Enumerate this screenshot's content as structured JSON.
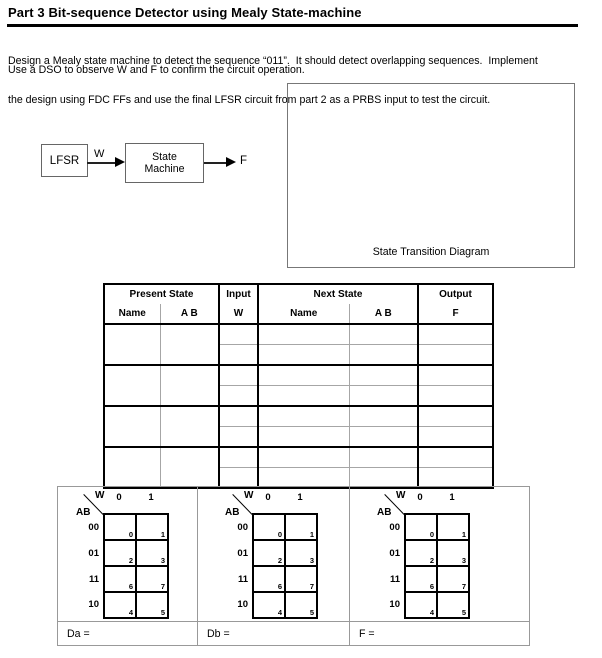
{
  "title": "Part 3 Bit-sequence Detector using Mealy State-machine",
  "intro": {
    "line1": "Design a Mealy state machine to detect the sequence “011”.  It should detect overlapping sequences.  Implement",
    "line2": "the design using FDC FFs and use the final LFSR circuit from part 2 as a PRBS input to test the circuit.",
    "dso_line": "Use a DSO to observe W and F to confirm the circuit operation."
  },
  "block_diagram": {
    "lfsr_label": "LFSR",
    "wire_label": "W",
    "state_machine_line1": "State",
    "state_machine_line2": "Machine",
    "output_label": "F"
  },
  "state_diagram": {
    "caption": "State Transition Diagram"
  },
  "state_table": {
    "present_state": "Present State",
    "input": "Input",
    "next_state": "Next State",
    "output": "Output",
    "name": "Name",
    "ab": "A B",
    "w": "W",
    "f": "F"
  },
  "kmaps": {
    "w_label": "W",
    "ab_label": "AB",
    "col_labels": [
      "0",
      "1"
    ],
    "row_labels": [
      "00",
      "01",
      "11",
      "10"
    ],
    "cell_indices": [
      [
        "0",
        "1"
      ],
      [
        "2",
        "3"
      ],
      [
        "6",
        "7"
      ],
      [
        "4",
        "5"
      ]
    ],
    "maps": [
      {
        "equation_label": "Da ="
      },
      {
        "equation_label": "Db ="
      },
      {
        "equation_label": "F ="
      }
    ]
  }
}
